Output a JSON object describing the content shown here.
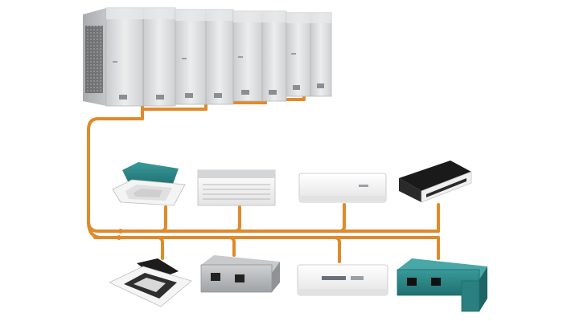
{
  "diagram": {
    "pipe_color": "#E08A2C",
    "outdoor_unit_color": "#D8DADC",
    "indoor_unit_color": "#F2F2F2",
    "accent_teal": "#2E8C8C",
    "accent_black": "#1A1A1A",
    "outdoor_units": [
      {
        "name": "outdoor-unit-1"
      },
      {
        "name": "outdoor-unit-2"
      },
      {
        "name": "outdoor-unit-3"
      },
      {
        "name": "outdoor-unit-4"
      }
    ],
    "indoor_units_top": [
      {
        "name": "cassette-unit-teal",
        "type": "ceiling-cassette"
      },
      {
        "name": "ceiling-floor-unit",
        "type": "ceiling-floor"
      },
      {
        "name": "wall-split-unit",
        "type": "wall-mounted"
      },
      {
        "name": "one-way-cassette-unit",
        "type": "one-way-cassette"
      }
    ],
    "indoor_units_bottom": [
      {
        "name": "four-way-cassette-unit",
        "type": "four-way-cassette"
      },
      {
        "name": "duct-unit-grey",
        "type": "ducted"
      },
      {
        "name": "wall-split-unit-display",
        "type": "wall-mounted"
      },
      {
        "name": "duct-unit-teal",
        "type": "high-static-ducted"
      }
    ]
  }
}
